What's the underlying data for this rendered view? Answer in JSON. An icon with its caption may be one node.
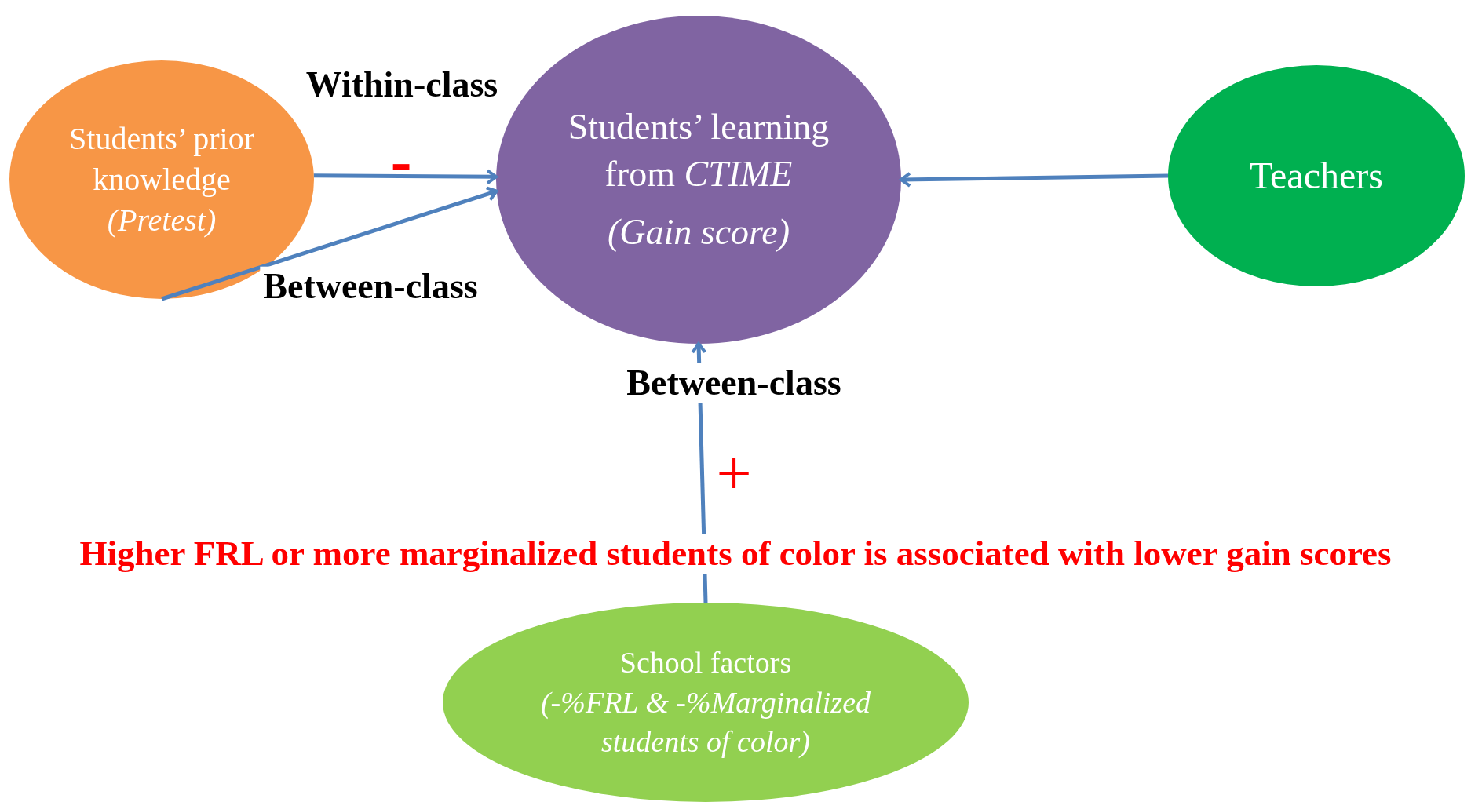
{
  "diagram": {
    "nodes": [
      {
        "text": [
          "Students’ prior knowledge",
          "(Pretest)"
        ]
      },
      {
        "text": [
          "Students’ learning from *CTIME*",
          "(Gain score)"
        ]
      },
      {
        "text": [
          "Teachers"
        ]
      },
      {
        "text": [
          "School factors",
          "(-%FRL & -%Marginalized students of color)"
        ]
      }
    ],
    "edges": [
      {
        "from": 0,
        "to": 1,
        "arrow": "to",
        "label": "Within-class"
      },
      {
        "from": 0,
        "to": 1,
        "arrow": "to",
        "label": "Between-class"
      },
      {
        "from": 2,
        "to": 1,
        "arrow": "to"
      },
      {
        "from": 3,
        "to": 1,
        "arrow": "to",
        "label": "Between-class"
      }
    ],
    "labels": [
      "-",
      "+",
      "Higher FRL or more marginalized students of color is associated with lower gain scores"
    ]
  }
}
